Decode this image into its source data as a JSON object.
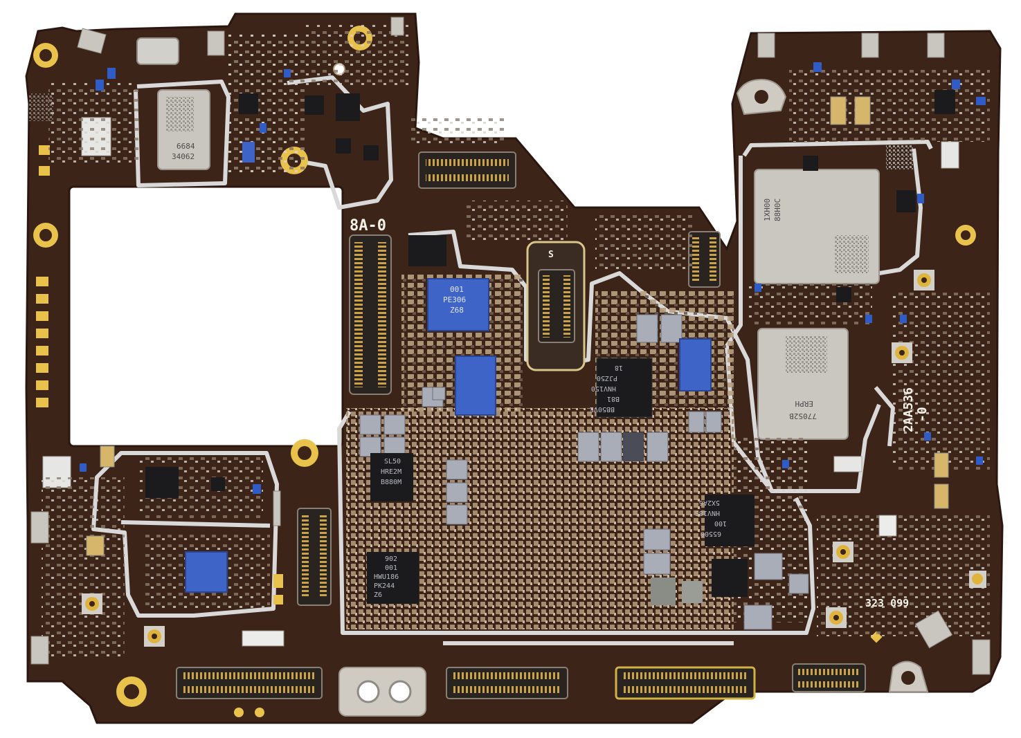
{
  "board": {
    "colors": {
      "background": "#ffffff",
      "pcb": "#3d2418",
      "pcb_edge": "#2b170f",
      "trace_silver": "#d9d9d9",
      "gold_pad": "#e8c24a",
      "blue_chip": "#3f64c8",
      "black_chip": "#1b1b1d",
      "shield_metal": "#c9c6bf",
      "component_tan": "#b59a7c",
      "connector_body": "#2a2420",
      "silkscreen": "#f4f1e8"
    },
    "silkscreen_labels": {
      "label_8a0": "8A-0",
      "label_2aa536": "2AA536",
      "label_2aa536_suffix": "-0",
      "label_323": "323 099"
    },
    "shield_markings": {
      "top_left_line1": "6684",
      "top_left_line2": "34062",
      "top_right_line1": "1XH00",
      "top_right_line2": "88H0C",
      "right_mid_line1": "ERPH",
      "right_mid_line2": "770S2B"
    },
    "chip_markings": {
      "chip_pe306": [
        "001",
        "PE306",
        "Z68"
      ],
      "chip_hwu186": [
        "902",
        "001",
        "HWU186",
        "PK244",
        "Z6"
      ],
      "chip_center": [
        "18",
        "PJZ50",
        "HNV150",
        "B81",
        "BB50VE"
      ],
      "chip_right_low": [
        "5X2A6",
        "HNV18S",
        "100",
        "65500"
      ],
      "chip_left_mid": [
        "SL50",
        "HRE2M",
        "B880M"
      ]
    },
    "connector_labels": {
      "conn_s": "S"
    }
  }
}
